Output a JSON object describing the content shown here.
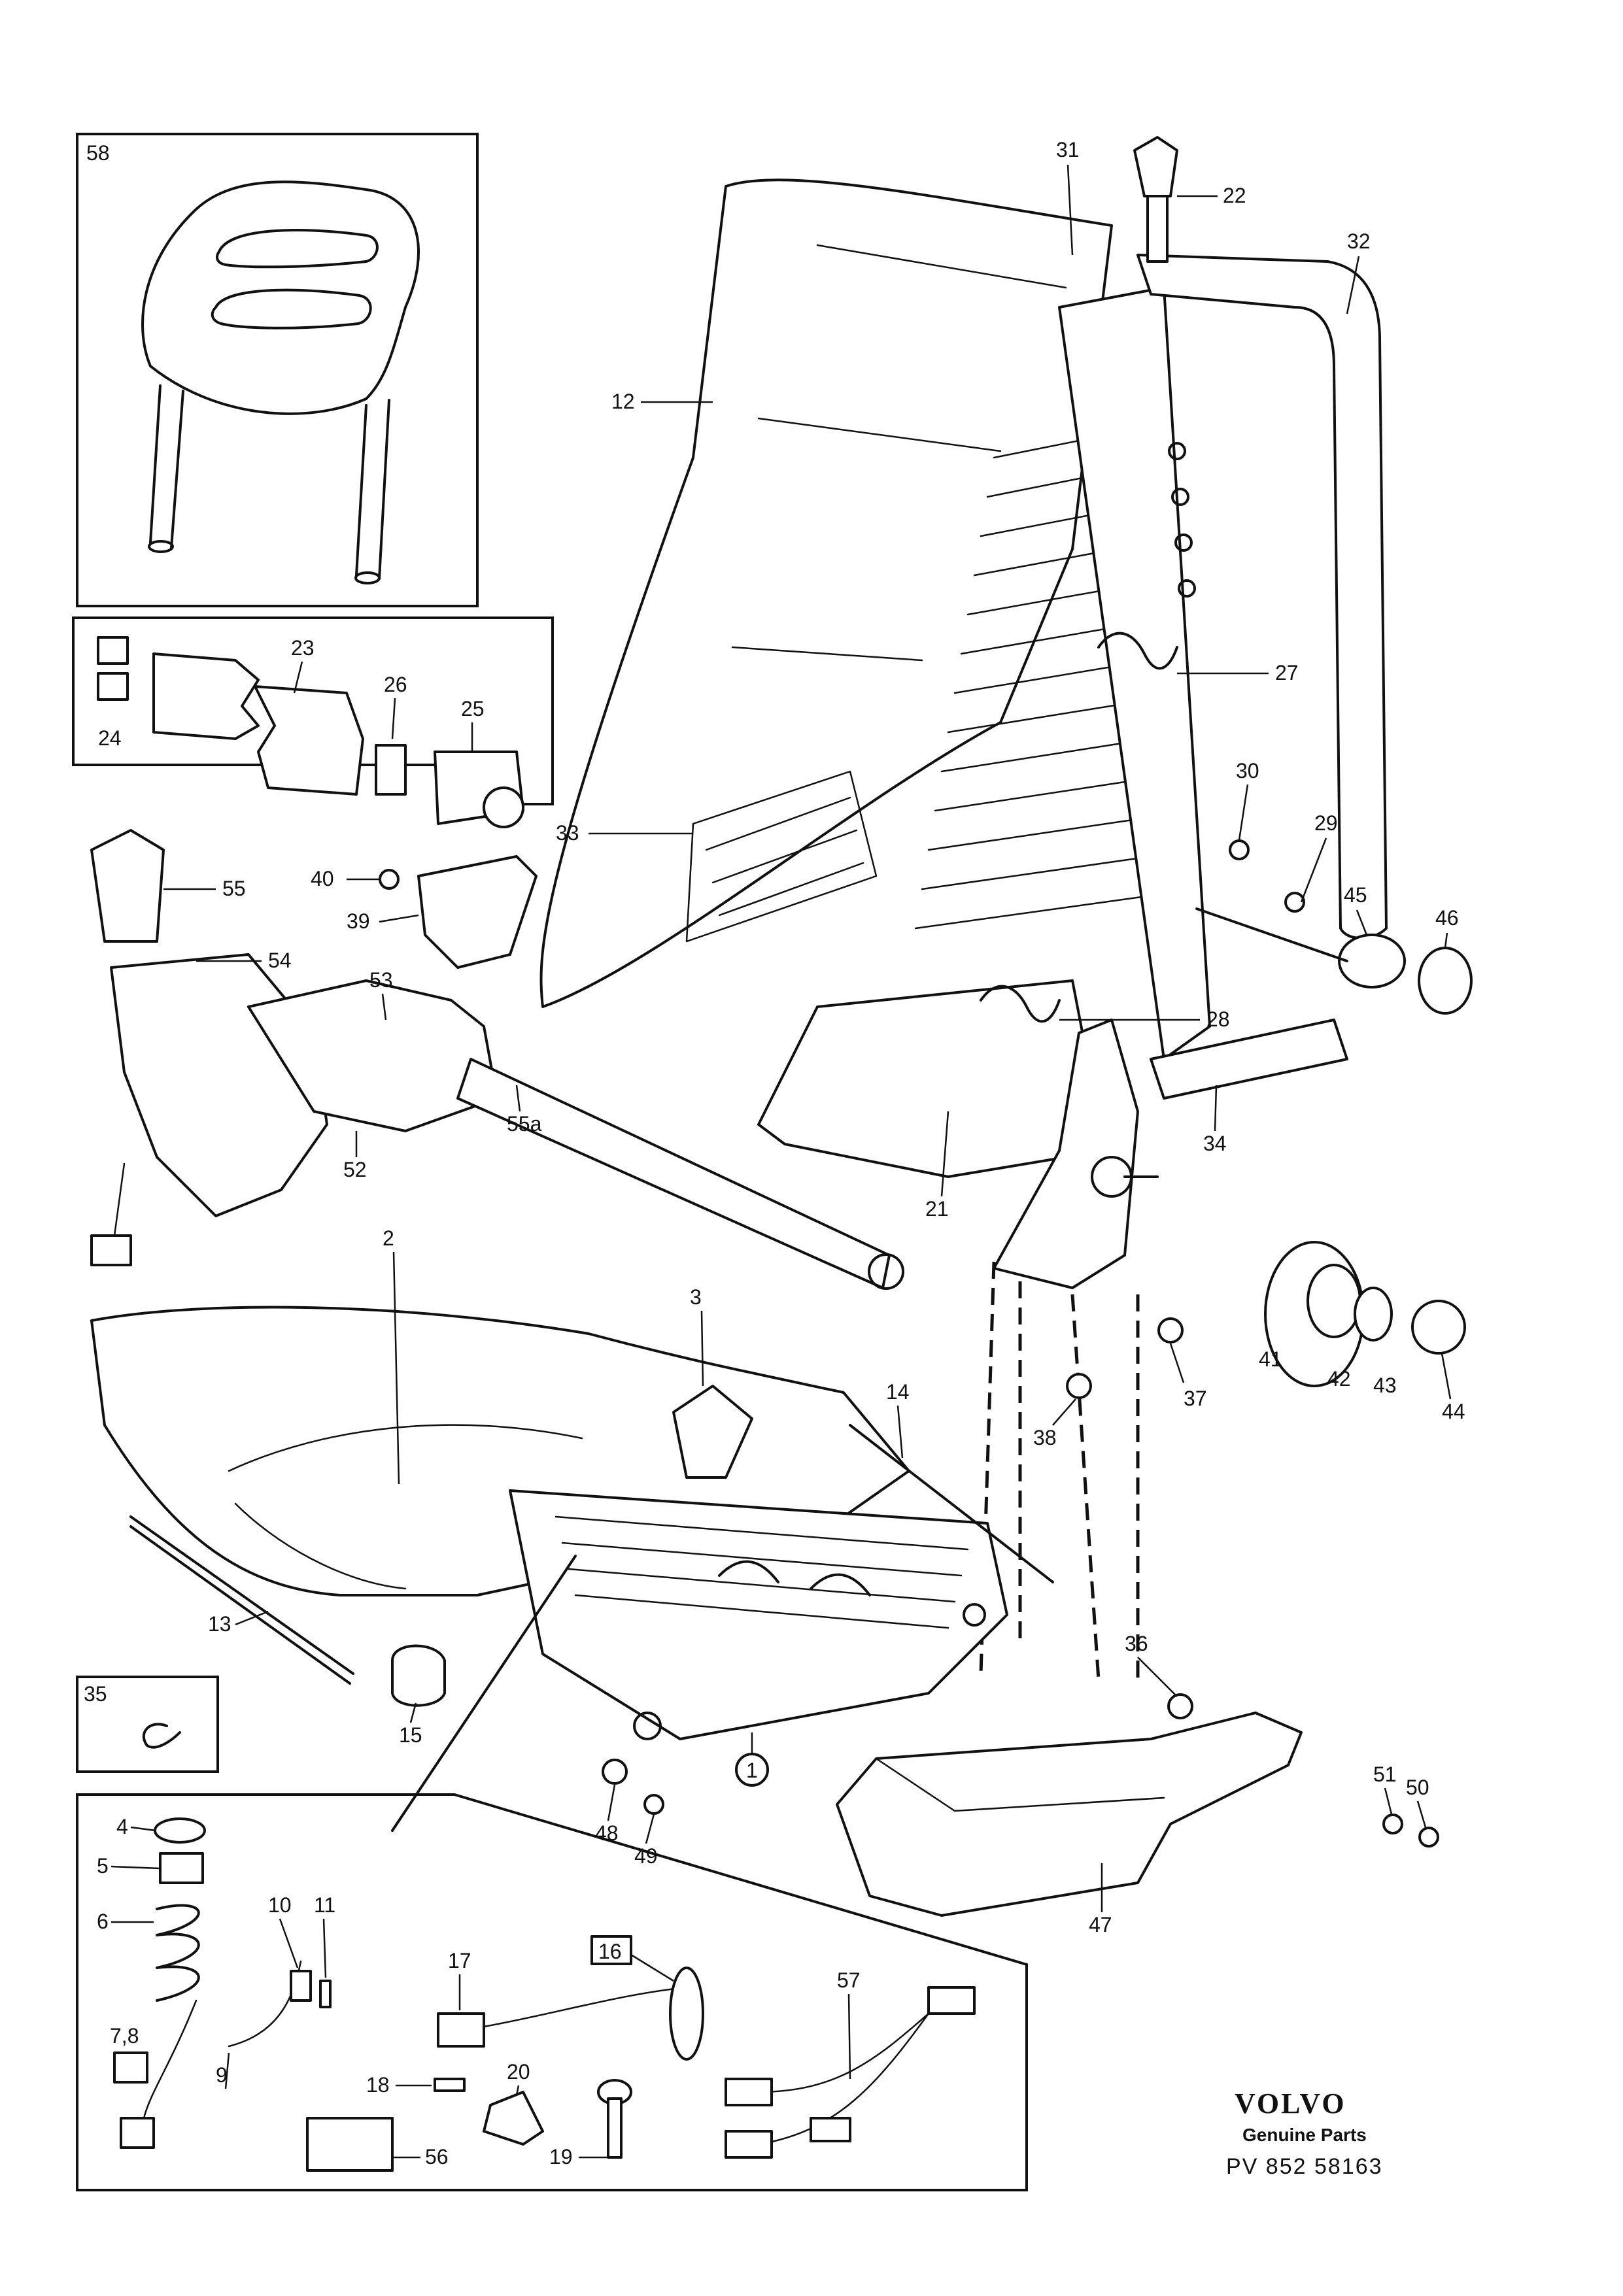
{
  "brand": {
    "logo_text": "VOLVO",
    "subtitle": "Genuine Parts",
    "code": "PV 852  58163"
  },
  "labels": {
    "l1": "1",
    "l2": "2",
    "l3": "3",
    "l4": "4",
    "l5": "5",
    "l6": "6",
    "l78": "7,8",
    "l9": "9",
    "l10": "10",
    "l11": "11",
    "l12": "12",
    "l13": "13",
    "l14": "14",
    "l15": "15",
    "l16": "16",
    "l17": "17",
    "l18": "18",
    "l19": "19",
    "l20": "20",
    "l21": "21",
    "l22": "22",
    "l23": "23",
    "l24": "24",
    "l25": "25",
    "l26": "26",
    "l27": "27",
    "l28": "28",
    "l29": "29",
    "l30": "30",
    "l31": "31",
    "l32": "32",
    "l33": "33",
    "l34": "34",
    "l35": "35",
    "l36": "36",
    "l37": "37",
    "l38": "38",
    "l39": "39",
    "l40": "40",
    "l41": "41",
    "l42": "42",
    "l43": "43",
    "l44": "44",
    "l45": "45",
    "l46": "46",
    "l47": "47",
    "l48": "48",
    "l49": "49",
    "l50": "50",
    "l51": "51",
    "l52": "52",
    "l53": "53",
    "l54": "54",
    "l55": "55",
    "l55a": "55a",
    "l56": "56",
    "l57": "57",
    "l58": "58"
  }
}
